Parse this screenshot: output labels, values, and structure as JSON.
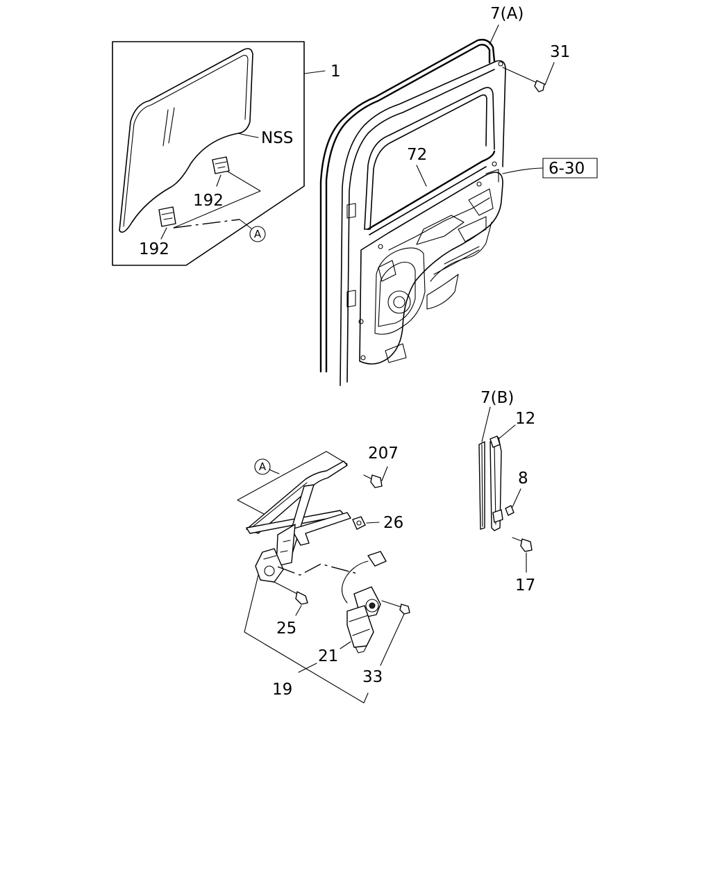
{
  "callouts": {
    "c1": "1",
    "c_nss": "NSS",
    "c192a": "192",
    "c192b": "192",
    "c_a_top": "A",
    "c7a": "7(A)",
    "c31": "31",
    "c72": "72",
    "c630": "6-30",
    "c207": "207",
    "c_a_reg": "A",
    "c26": "26",
    "c25": "25",
    "c21": "21",
    "c19": "19",
    "c33": "33",
    "c7b": "7(B)",
    "c12": "12",
    "c8": "8",
    "c17": "17"
  },
  "icons": {
    "circle_a": "circled-letter",
    "boxed_ref": "reference-box"
  }
}
